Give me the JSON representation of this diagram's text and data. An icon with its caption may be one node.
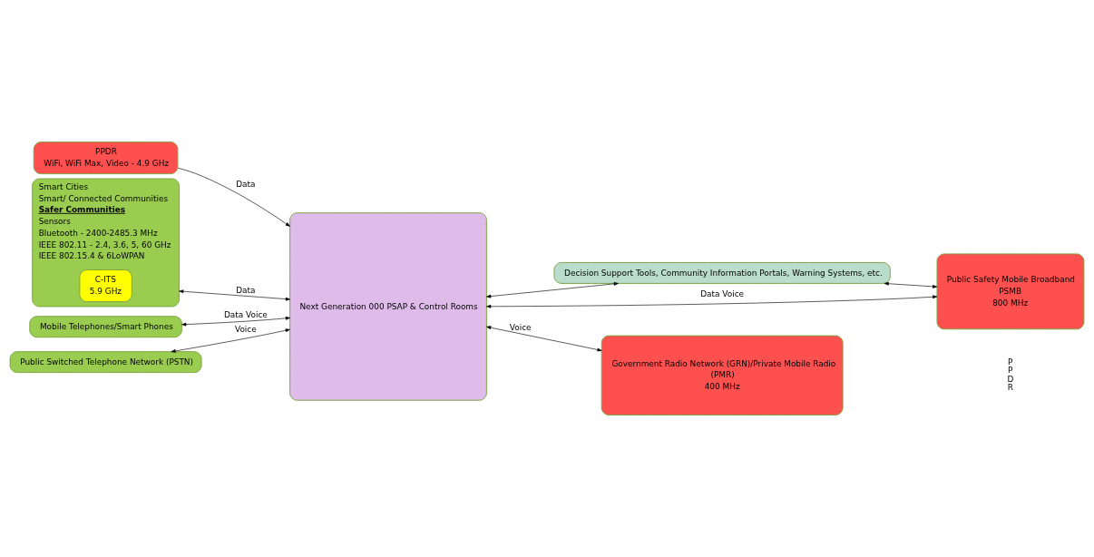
{
  "diagram": {
    "nodes": [
      {
        "text": [
          "PPDR",
          "WiFi, WiFi Max, Video - 4.9 GHz"
        ]
      },
      {
        "text": [
          "Decision Support Tools, Community Information Portals, Warning Systems, etc."
        ]
      },
      {
        "text": [
          "Smart Cities",
          "Smart/ Connected Communities",
          "Safer Communities",
          "Sensors",
          "Bluetooth - 2400-2485.3 MHz",
          "IEEE 802.11 - 2.4, 3.6, 5, 60 GHz",
          "IEEE 802.15.4 & 6LoWPAN"
        ]
      },
      {
        "text": [
          "C-ITS",
          "5.9 GHz"
        ],
        "in": 2
      },
      {
        "text": [
          "Mobile Telephones/Smart Phones"
        ]
      },
      {
        "text": [
          "Public Switched Telephone Network (PSTN)"
        ]
      },
      {
        "text": [
          "Next Generation 000 PSAP & Control Rooms"
        ]
      },
      {
        "text": [
          "Public Safety Mobile Broadband",
          "PSMB",
          "800 MHz"
        ]
      },
      {
        "text": [
          "Government Radio Network (GRN)/Private Mobile Radio",
          "(PMR)",
          "400 MHz"
        ]
      }
    ],
    "edges": [
      {
        "from": 0,
        "to": 6,
        "arrow": "to",
        "label": "Data"
      },
      {
        "from": 6,
        "to": 1,
        "arrow": "both"
      },
      {
        "from": 1,
        "to": 7,
        "arrow": "both"
      },
      {
        "from": 2,
        "to": 6,
        "arrow": "both",
        "label": "Data"
      },
      {
        "from": 4,
        "to": 6,
        "arrow": "both",
        "label": "Data Voice"
      },
      {
        "from": 5,
        "to": 6,
        "arrow": "both",
        "label": "Voice"
      },
      {
        "from": 6,
        "to": 7,
        "arrow": "both",
        "label": "Data Voice"
      },
      {
        "from": 6,
        "to": 8,
        "arrow": "both",
        "label": "Voice"
      }
    ],
    "labels": [
      "PPDR"
    ]
  }
}
